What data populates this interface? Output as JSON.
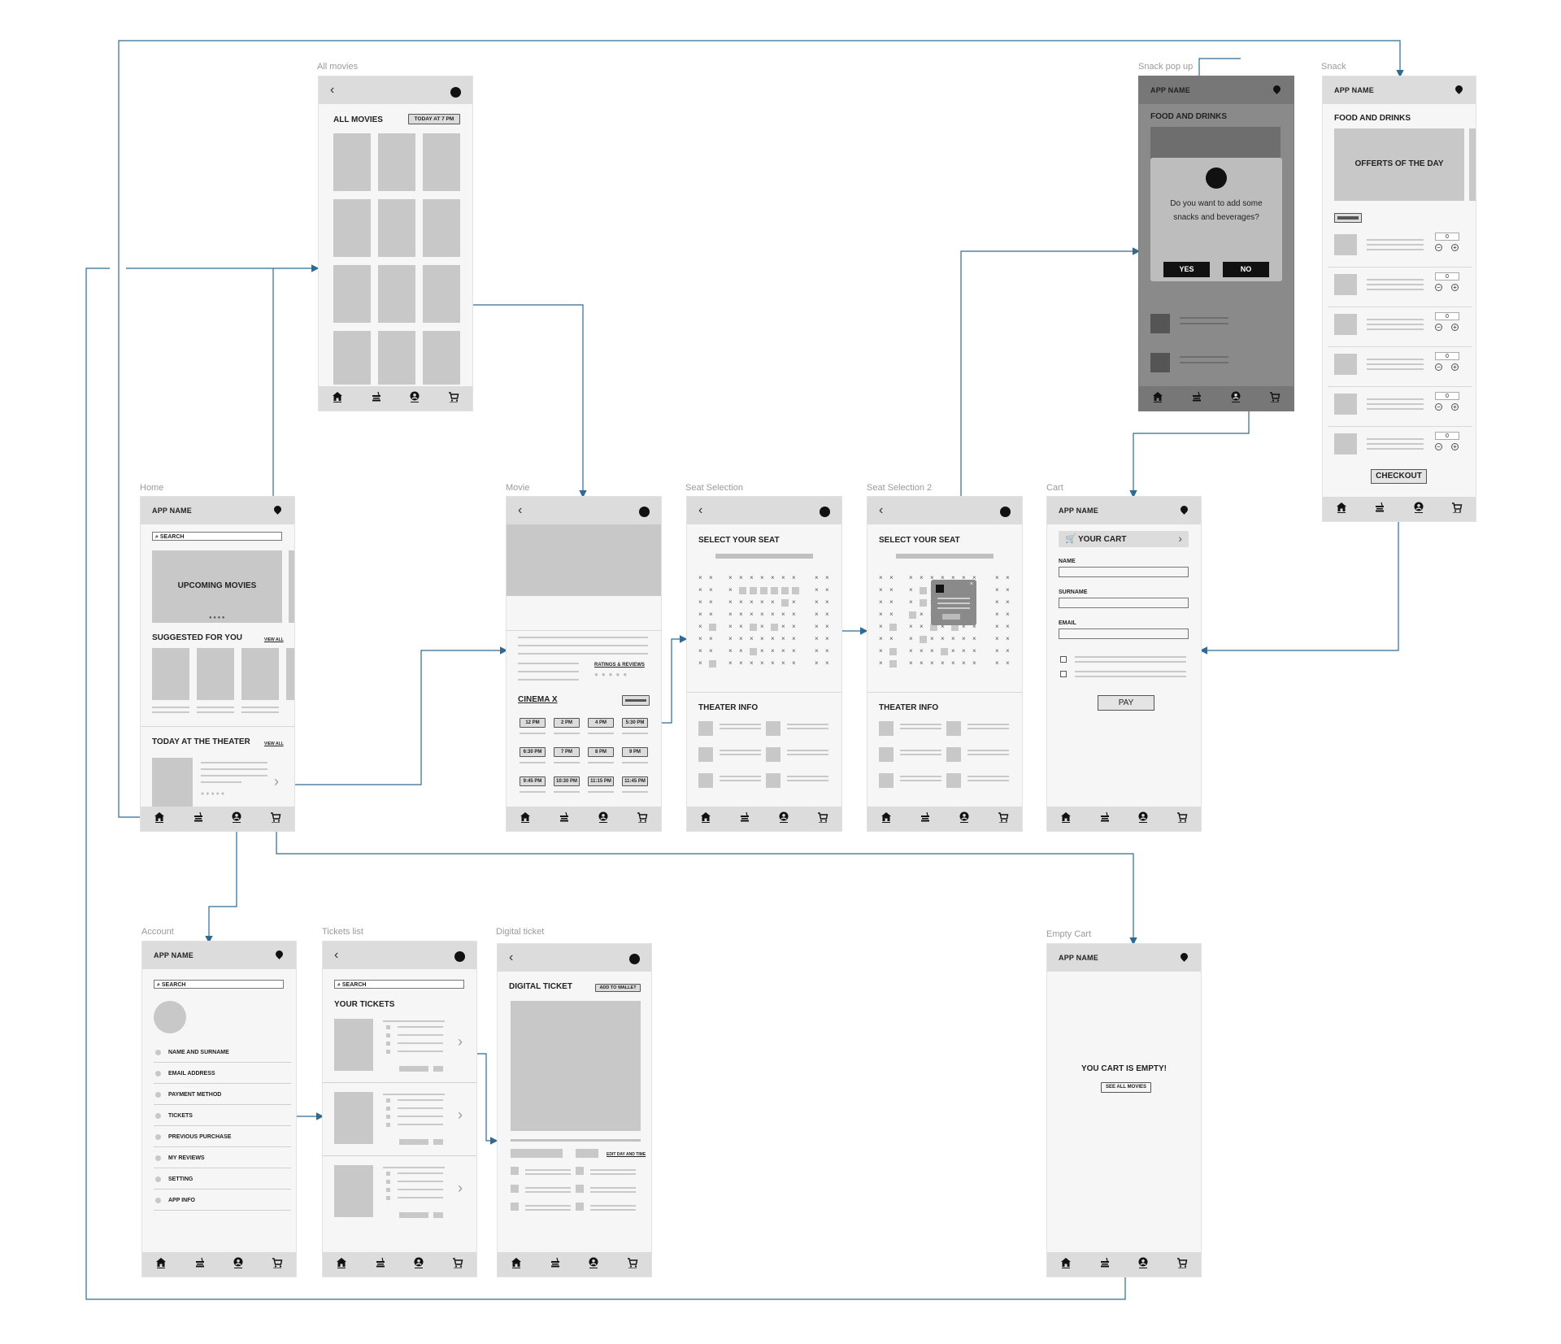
{
  "labels": {
    "all_movies": "All movies",
    "snack_popup": "Snack pop up",
    "snack": "Snack",
    "home": "Home",
    "movie": "Movie",
    "seat_selection": "Seat Selection",
    "seat_selection_2": "Seat Selection 2",
    "cart": "Cart",
    "account": "Account",
    "tickets_list": "Tickets list",
    "digital_ticket": "Digital ticket",
    "empty_cart": "Empty Cart"
  },
  "common": {
    "app_name": "APP NAME",
    "search": "SEARCH",
    "back_glyph": "‹",
    "nav_icons": [
      "home-icon",
      "snack-icon",
      "account-icon",
      "cart-icon"
    ]
  },
  "all_movies": {
    "title": "ALL MOVIES",
    "filter": "TODAY AT 7 PM"
  },
  "home": {
    "banner": "UPCOMING MOVIES",
    "suggested": "SUGGESTED FOR YOU",
    "view_all": "VIEW ALL",
    "today": "TODAY AT THE THEATER",
    "view_all_2": "VIEW ALL"
  },
  "movie": {
    "ratings": "RATINGS & REVIEWS",
    "cinema": "CINEMA X",
    "times": [
      "12 PM",
      "2 PM",
      "4 PM",
      "5:30 PM",
      "6:30 PM",
      "7 PM",
      "8 PM",
      "9 PM",
      "9:45 PM",
      "10:30 PM",
      "11:15 PM",
      "11:45 PM"
    ]
  },
  "seat": {
    "title": "SELECT YOUR SEAT",
    "theater_info": "THEATER INFO"
  },
  "snack_popup": {
    "title": "FOOD AND DRINKS",
    "question": "Do you want to add some snacks and beverages?",
    "yes": "YES",
    "no": "NO"
  },
  "snack": {
    "title": "FOOD AND DRINKS",
    "banner": "OFFERTS OF THE DAY",
    "counters": [
      "0",
      "0",
      "0",
      "0",
      "0",
      "0"
    ],
    "checkout": "CHECKOUT"
  },
  "cart": {
    "your_cart": "YOUR CART",
    "name": "NAME",
    "surname": "SURNAME",
    "email": "EMAIL",
    "pay": "PAY"
  },
  "account": {
    "items": [
      "NAME AND SURNAME",
      "EMAIL ADDRESS",
      "PAYMENT METHOD",
      "TICKETS",
      "PREVIOUS PURCHASE",
      "MY REVIEWS",
      "SETTING",
      "APP INFO"
    ]
  },
  "tickets": {
    "title": "YOUR TICKETS"
  },
  "digital_ticket": {
    "title": "DIGITAL TICKET",
    "wallet": "ADD TO WALLET",
    "edit": "EDIT DAY AND TIME"
  },
  "empty_cart": {
    "message": "YOU CART IS EMPTY!",
    "see_all": "SEE ALL MOVIES"
  },
  "colors": {
    "connector": "#2e6a94",
    "screen_bg": "#f6f6f6",
    "bar_bg": "#dcdcdc",
    "placeholder": "#c8c8c8"
  }
}
